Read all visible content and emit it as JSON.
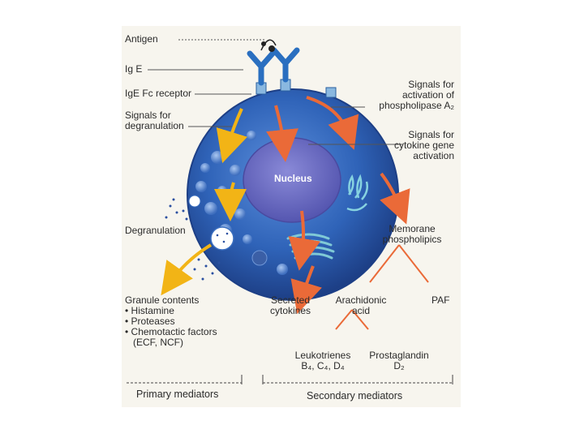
{
  "labels": {
    "antigen": "Antigen",
    "ige": "Ig E",
    "ige_fc_receptor": "IgE Fc receptor",
    "signals_degranulation": [
      "Signals for",
      "degranulation"
    ],
    "signals_phospholipase": [
      "Signals for",
      "activation of",
      "phospholipase A₂"
    ],
    "signals_cytokine": [
      "Signals for",
      "cytokine gene",
      "activation"
    ],
    "nucleus": "Nucleus",
    "degranulation": "Degranulation",
    "membrane_phospholipids": [
      "Memorane",
      "phospholipics"
    ],
    "granule_contents": {
      "title": "Granule contents",
      "items": [
        "• Histamine",
        "• Proteases",
        "• Chemotactic factors",
        "  (ECF, NCF)"
      ]
    },
    "secreted_cytokines": [
      "Secreted",
      "cytokines"
    ],
    "arachidonic_acid": [
      "Arachidonic",
      "acid"
    ],
    "paf": "PAF",
    "leukotrienes": [
      "Leukotrienes",
      "B₄, C₄, D₄"
    ],
    "prostaglandin": [
      "Prostaglandin",
      "D₂"
    ],
    "primary_mediators": "Primary mediators",
    "secondary_mediators": "Secondary mediators"
  },
  "colors": {
    "cell": "#2f63b8",
    "cell_edge": "#1d3f86",
    "nucleus": "#6b6cc4",
    "antibody": "#2a6fc0",
    "degranulation_arrow": "#f2b416",
    "signal_arrow": "#ea6a38",
    "text": "#2b2b2b",
    "paper": "#f7f5ee"
  }
}
